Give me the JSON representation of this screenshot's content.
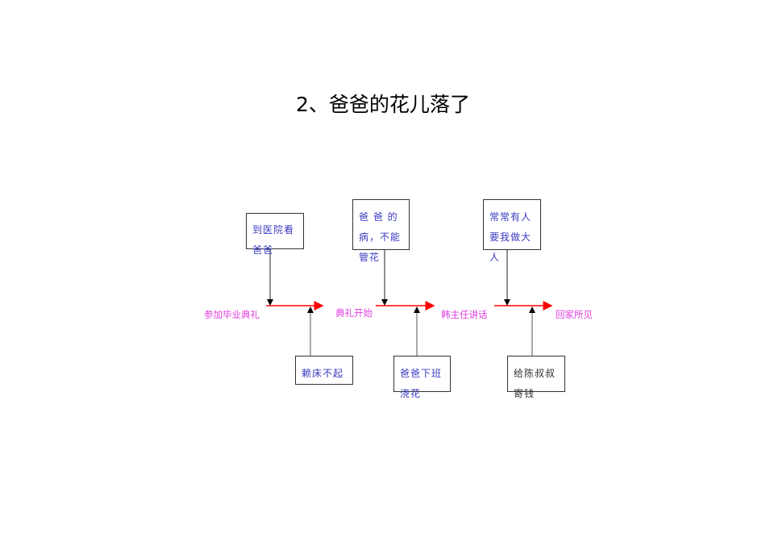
{
  "title": "2、爸爸的花儿落了",
  "colors": {
    "axis": "#ff0000",
    "label": "#e040e0",
    "box_text": "#3a3ac0",
    "box_text_dark": "#333333"
  },
  "stages": [
    {
      "label": "参加毕业典礼"
    },
    {
      "label": "典礼开始"
    },
    {
      "label": "韩主任讲话"
    },
    {
      "label": "回家所见"
    }
  ],
  "top_events": [
    "到医院看爸爸",
    "爸 爸 的 病，不能管花",
    "常常有人要我做大人"
  ],
  "bottom_events": [
    "赖床不起",
    "爸爸下班浇花",
    "给陈叔叔寄钱"
  ]
}
